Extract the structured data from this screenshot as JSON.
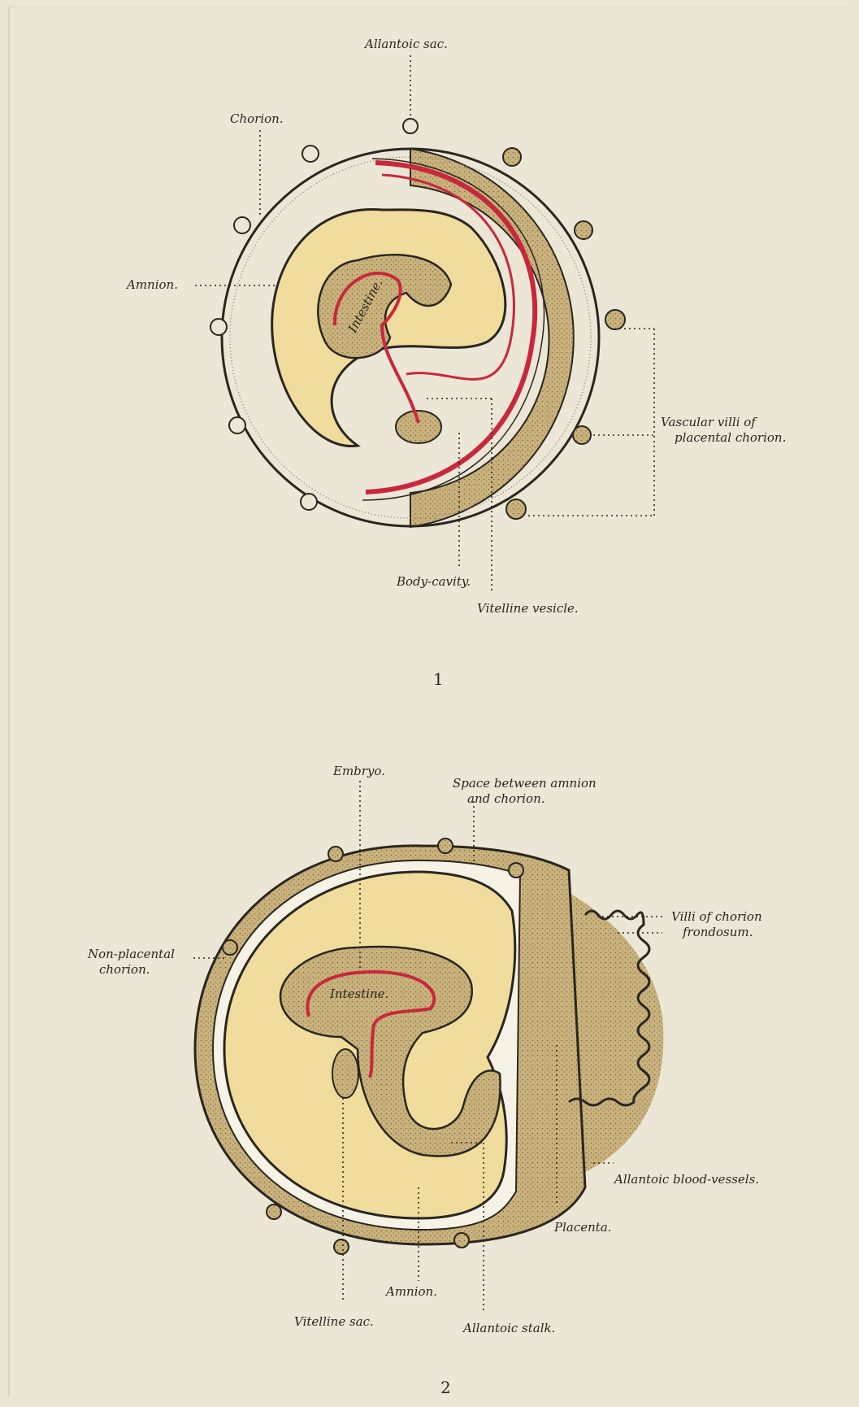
{
  "figure1": {
    "labels": {
      "allantoic_sac": "Allantoic sac.",
      "chorion": "Chorion.",
      "amnion": "Amnion.",
      "intestine": "Intestine.",
      "vascular_villi_1": "Vascular villi of",
      "vascular_villi_2": "placental chorion.",
      "body_cavity": "Body-cavity.",
      "vitelline_vesicle": "Vitelline vesicle."
    },
    "number": "1"
  },
  "figure2": {
    "labels": {
      "embryo": "Embryo.",
      "space_1": "Space between amnion",
      "space_2": "and chorion.",
      "villi_1": "Villi of chorion",
      "villi_2": "frondosum.",
      "non_placental_1": "Non-placental",
      "non_placental_2": "chorion.",
      "intestine": "Intestine.",
      "allantoic_vessels": "Allantoic blood-vessels.",
      "placenta": "Placenta.",
      "amnion": "Amnion.",
      "vitelline_sac": "Vitelline sac.",
      "allantoic_stalk": "Allantoic stalk."
    },
    "number": "2"
  },
  "colors": {
    "background": "#ebe6d6",
    "yolk": "#f0dc9c",
    "tissue": "#c8b078",
    "vessel": "#c8283c",
    "outline": "#2a2620"
  }
}
